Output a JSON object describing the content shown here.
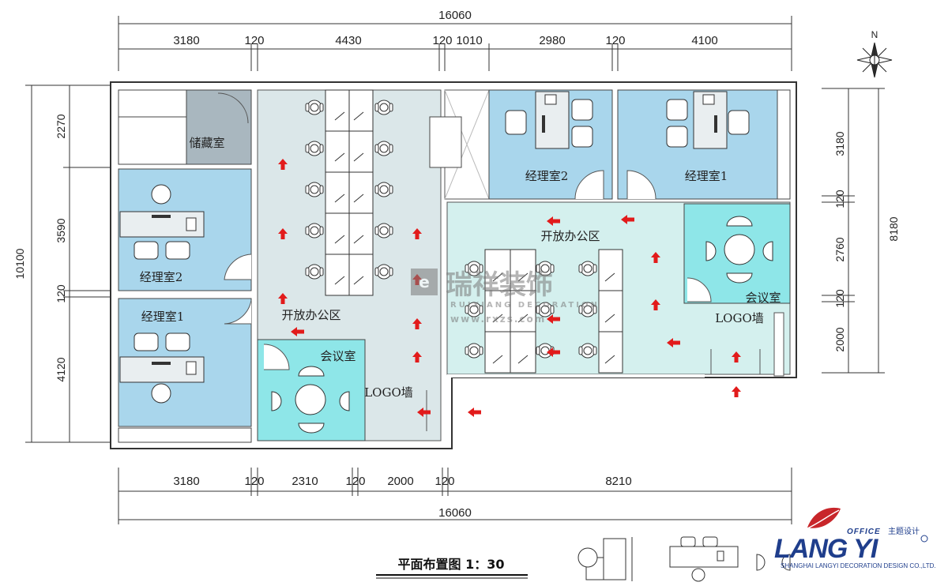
{
  "dimensions": {
    "top_total": "16060",
    "top_segments": [
      "3180",
      "120",
      "4430",
      "120",
      "1010",
      "2980",
      "120",
      "4100"
    ],
    "bottom_segments": [
      "3180",
      "120",
      "2310",
      "120",
      "2000",
      "120",
      "8210"
    ],
    "bottom_total": "16060",
    "left_total": "10100",
    "left_segments": [
      "2270",
      "3590",
      "120",
      "4120"
    ],
    "right_total": "8180",
    "right_segments": [
      "3180",
      "120",
      "2760",
      "120",
      "2000"
    ]
  },
  "compass": {
    "north": "N"
  },
  "rooms": {
    "storage": "储藏室",
    "mgr2_left": "经理室2",
    "mgr1_left": "经理室1",
    "open_office_left": "开放办公区",
    "meeting_left": "会议室",
    "logo_wall_left": "LOGO墙",
    "mgr2_right": "经理室2",
    "mgr1_right": "经理室1",
    "open_office_right": "开放办公区",
    "meeting_right": "会议室",
    "logo_wall_right": "LOGO墙"
  },
  "title": "平面布置图 1：30",
  "watermark": {
    "name": "瑞祥装饰",
    "sub": "RUIXIANG DECORATION",
    "url": "www.rxzs.com"
  },
  "brand": {
    "office": "OFFICE",
    "tagline": "主题设计",
    "name": "LANG YI",
    "company": "SHANGHAI LANGYI DECORATION DESIGN CO.,LTD."
  },
  "colors": {
    "manager_room": "#a9d6ec",
    "open_office": "#dbe7e9",
    "open_office_right": "#d4f0ee",
    "meeting_room": "#8ee6e8",
    "storage": "#a9b7bf",
    "arrow": "#e21b1b",
    "brand_red": "#c8262a",
    "brand_blue": "#1f3e8c"
  }
}
